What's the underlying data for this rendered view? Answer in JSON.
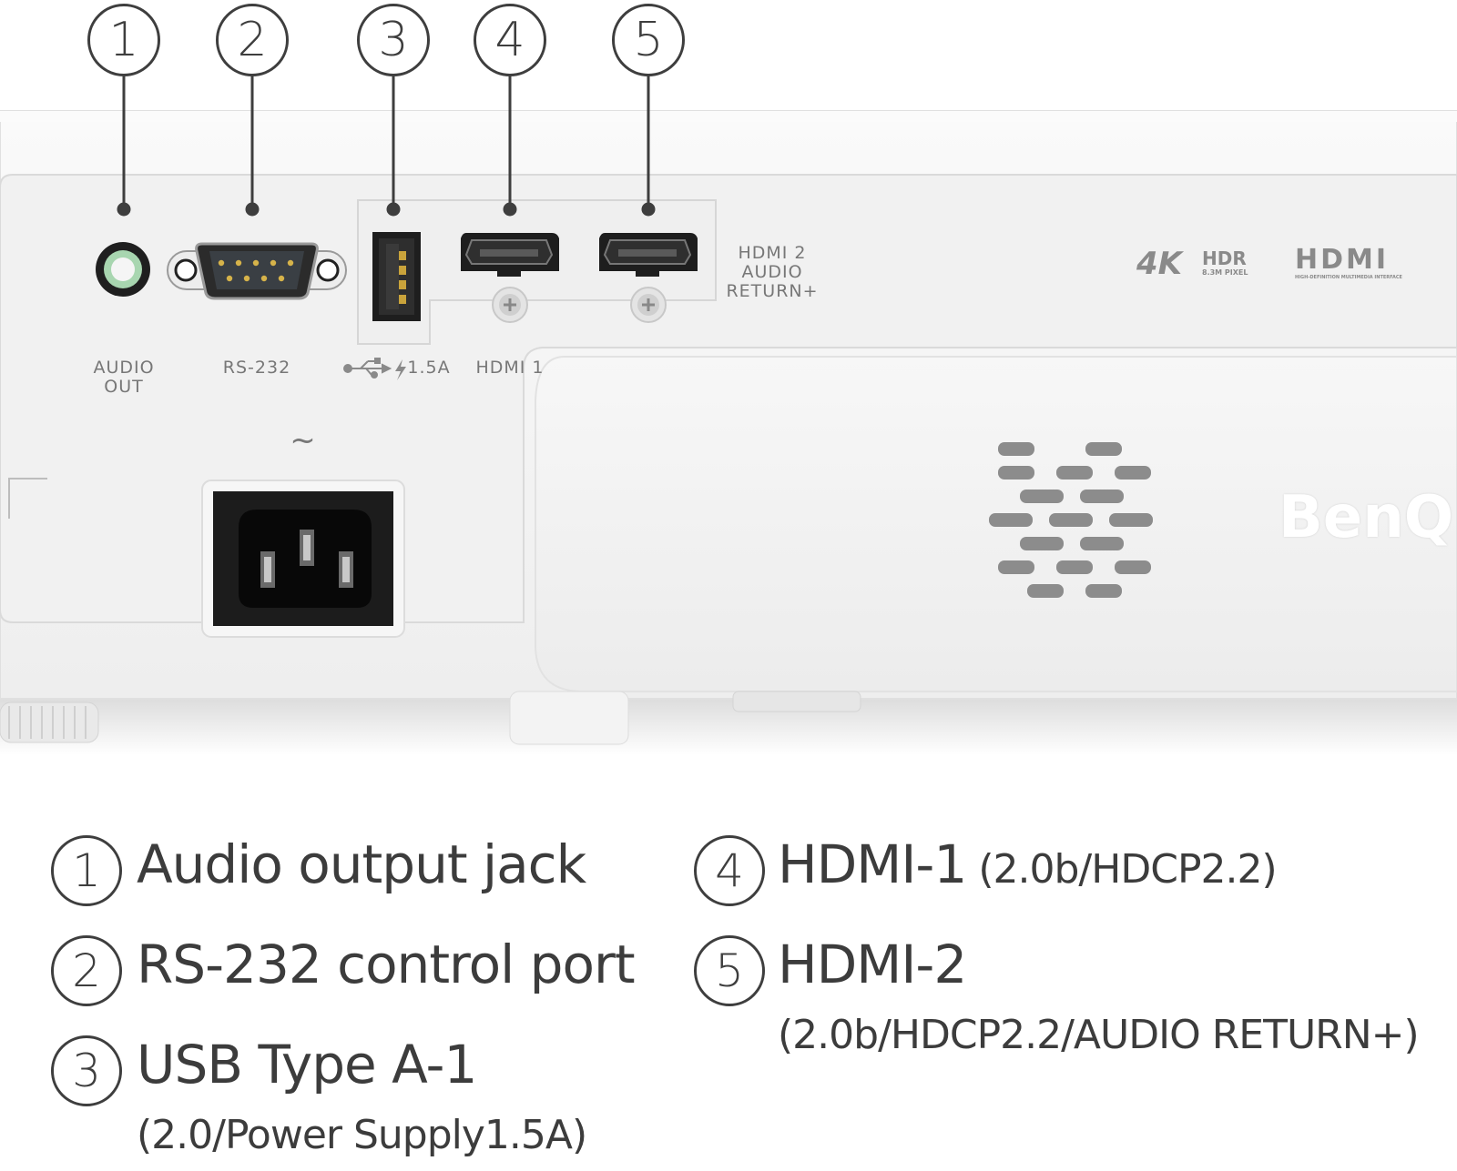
{
  "callouts": [
    {
      "num": "1"
    },
    {
      "num": "2"
    },
    {
      "num": "3"
    },
    {
      "num": "4"
    },
    {
      "num": "5"
    }
  ],
  "panel_labels": {
    "audio_out_line1": "AUDIO",
    "audio_out_line2": "OUT",
    "rs232": "RS-232",
    "usb_power": "1.5A",
    "hdmi1": "HDMI 1",
    "hdmi2_line1": "HDMI 2",
    "hdmi2_line2": "AUDIO",
    "hdmi2_line3": "RETURN+",
    "power_symbol": "~"
  },
  "badges": {
    "fourk": "4K",
    "hdr": "HDR",
    "hdr_sub": "8.3M PIXEL",
    "hdmi_logo": "HDMI",
    "hdmi_logo_sub": "HIGH-DEFINITION MULTIMEDIA INTERFACE",
    "brand": "BenQ"
  },
  "legend": [
    {
      "num": "1",
      "title": "Audio output jack",
      "detail": ""
    },
    {
      "num": "2",
      "title": "RS-232 control port",
      "detail": ""
    },
    {
      "num": "3",
      "title": "USB Type A-1",
      "detail": "(2.0/Power Supply1.5A)"
    },
    {
      "num": "4",
      "title": "HDMI-1",
      "detail": "(2.0b/HDCP2.2)"
    },
    {
      "num": "5",
      "title": "HDMI-2",
      "detail": "(2.0b/HDCP2.2/AUDIO RETURN+)"
    }
  ],
  "colors": {
    "body": "#f4f4f4",
    "panel": "#efefef",
    "port_black": "#1e1e1e",
    "audio_jack_ring": "#a8d6b0",
    "text": "#3c3c3c"
  },
  "icons": [
    "usb-icon",
    "lightning-icon",
    "screw-icon",
    "speaker-grille-icon"
  ]
}
